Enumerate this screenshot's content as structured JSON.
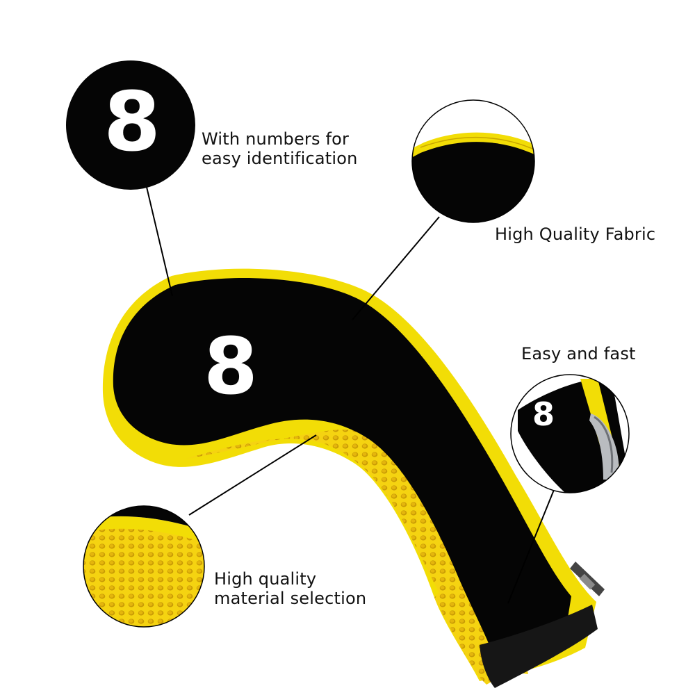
{
  "product": {
    "cover_number": "8",
    "colors": {
      "body": "#050505",
      "trim": "#f2dd06",
      "mesh": "#f5d311",
      "number": "#ffffff"
    }
  },
  "callouts": {
    "numbers": {
      "line1": "With numbers for",
      "line2": "easy identification"
    },
    "fabric": {
      "text": "High Quality Fabric"
    },
    "easy": {
      "text": "Easy and fast"
    },
    "material": {
      "line1": "High quality",
      "line2": "material selection"
    }
  }
}
